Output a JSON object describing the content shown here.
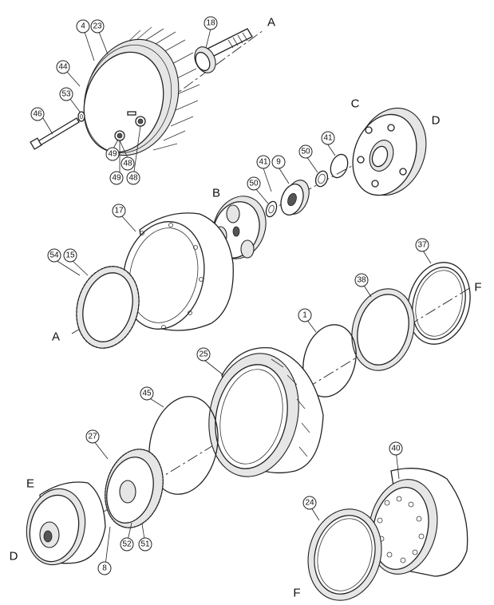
{
  "callouts": {
    "c4": "4",
    "c23": "23",
    "c18": "18",
    "c44": "44",
    "c53": "53",
    "c46": "46",
    "c49a": "49",
    "c48a": "48",
    "c49b": "49",
    "c48b": "48",
    "c41a": "41",
    "c9": "9",
    "c50a": "50",
    "c41b": "41",
    "c50b": "50",
    "c17": "17",
    "c54": "54",
    "c15": "15",
    "c37": "37",
    "c38": "38",
    "c1": "1",
    "c25": "25",
    "c45": "45",
    "c27": "27",
    "c52": "52",
    "c51": "51",
    "c8": "8",
    "c40": "40",
    "c24": "24"
  },
  "letters": {
    "a_top": "A",
    "a_left": "A",
    "b": "B",
    "c": "C",
    "d_top": "D",
    "d_bottom": "D",
    "e": "E",
    "f_right": "F",
    "f_bottom": "F"
  }
}
